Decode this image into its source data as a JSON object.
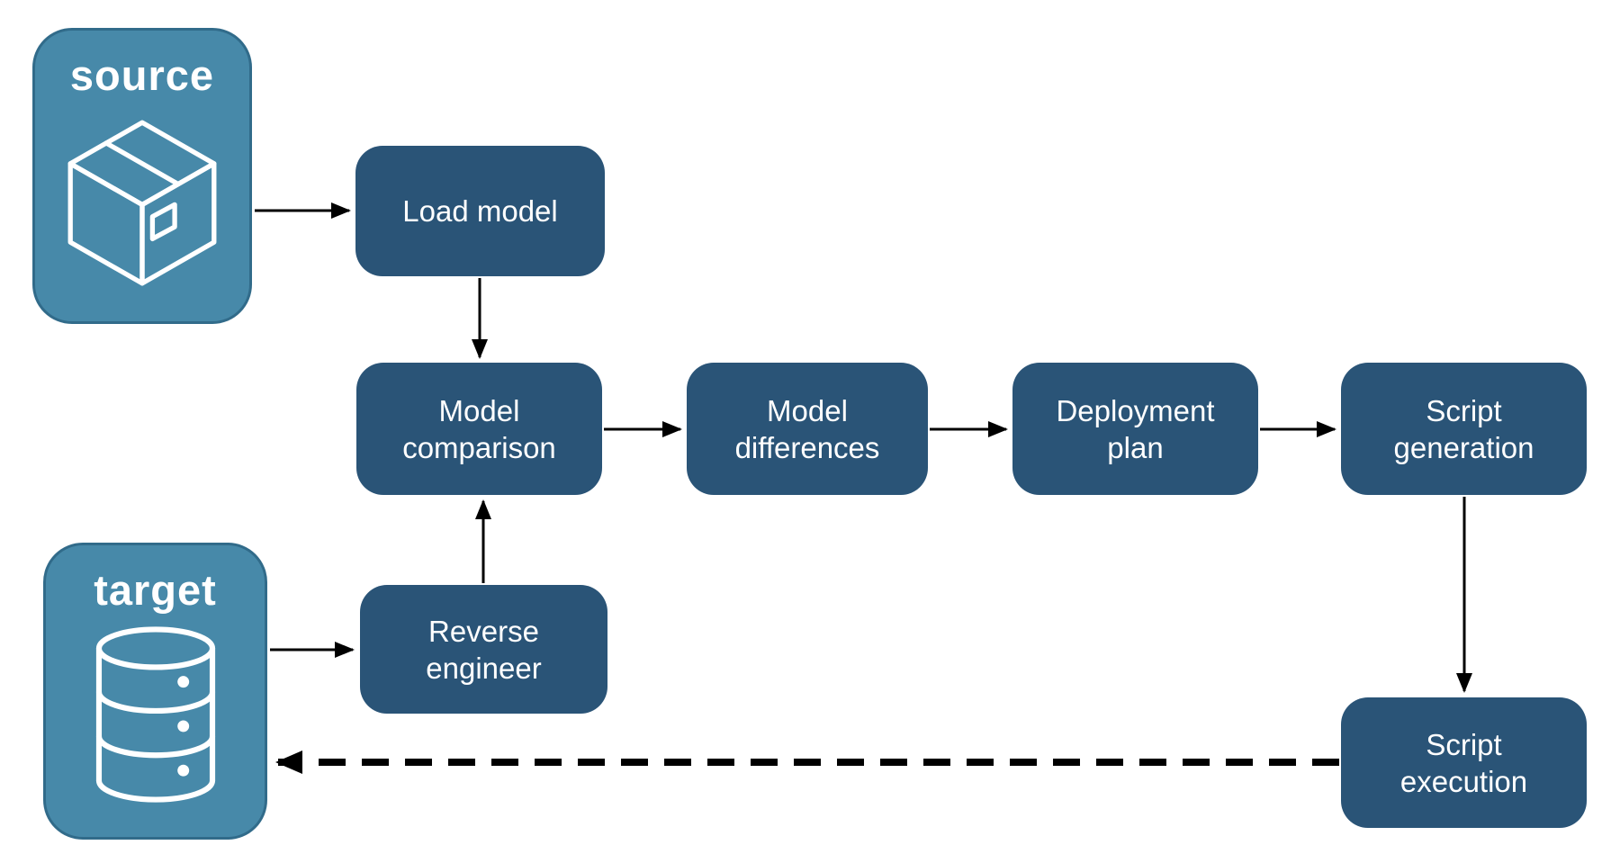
{
  "colors": {
    "background": "#ffffff",
    "node_fill": "#2a5477",
    "entity_fill": "#4789a9",
    "entity_border": "#316b8a",
    "text": "#ffffff",
    "arrow": "#000000"
  },
  "entities": {
    "source": {
      "label": "source",
      "icon": "package-icon"
    },
    "target": {
      "label": "target",
      "icon": "database-icon"
    }
  },
  "nodes": {
    "load_model": {
      "lines": [
        "Load model"
      ]
    },
    "model_comparison": {
      "lines": [
        "Model",
        "comparison"
      ]
    },
    "model_differences": {
      "lines": [
        "Model",
        "differences"
      ]
    },
    "deployment_plan": {
      "lines": [
        "Deployment",
        "plan"
      ]
    },
    "script_generation": {
      "lines": [
        "Script",
        "generation"
      ]
    },
    "reverse_engineer": {
      "lines": [
        "Reverse",
        "engineer"
      ]
    },
    "script_execution": {
      "lines": [
        "Script",
        "execution"
      ]
    }
  },
  "edges": [
    {
      "from": "source",
      "to": "load_model",
      "style": "solid"
    },
    {
      "from": "load_model",
      "to": "model_comparison",
      "style": "solid"
    },
    {
      "from": "model_comparison",
      "to": "model_differences",
      "style": "solid"
    },
    {
      "from": "model_differences",
      "to": "deployment_plan",
      "style": "solid"
    },
    {
      "from": "deployment_plan",
      "to": "script_generation",
      "style": "solid"
    },
    {
      "from": "script_generation",
      "to": "script_execution",
      "style": "solid"
    },
    {
      "from": "target",
      "to": "reverse_engineer",
      "style": "solid"
    },
    {
      "from": "reverse_engineer",
      "to": "model_comparison",
      "style": "solid"
    },
    {
      "from": "script_execution",
      "to": "target",
      "style": "dashed"
    }
  ]
}
